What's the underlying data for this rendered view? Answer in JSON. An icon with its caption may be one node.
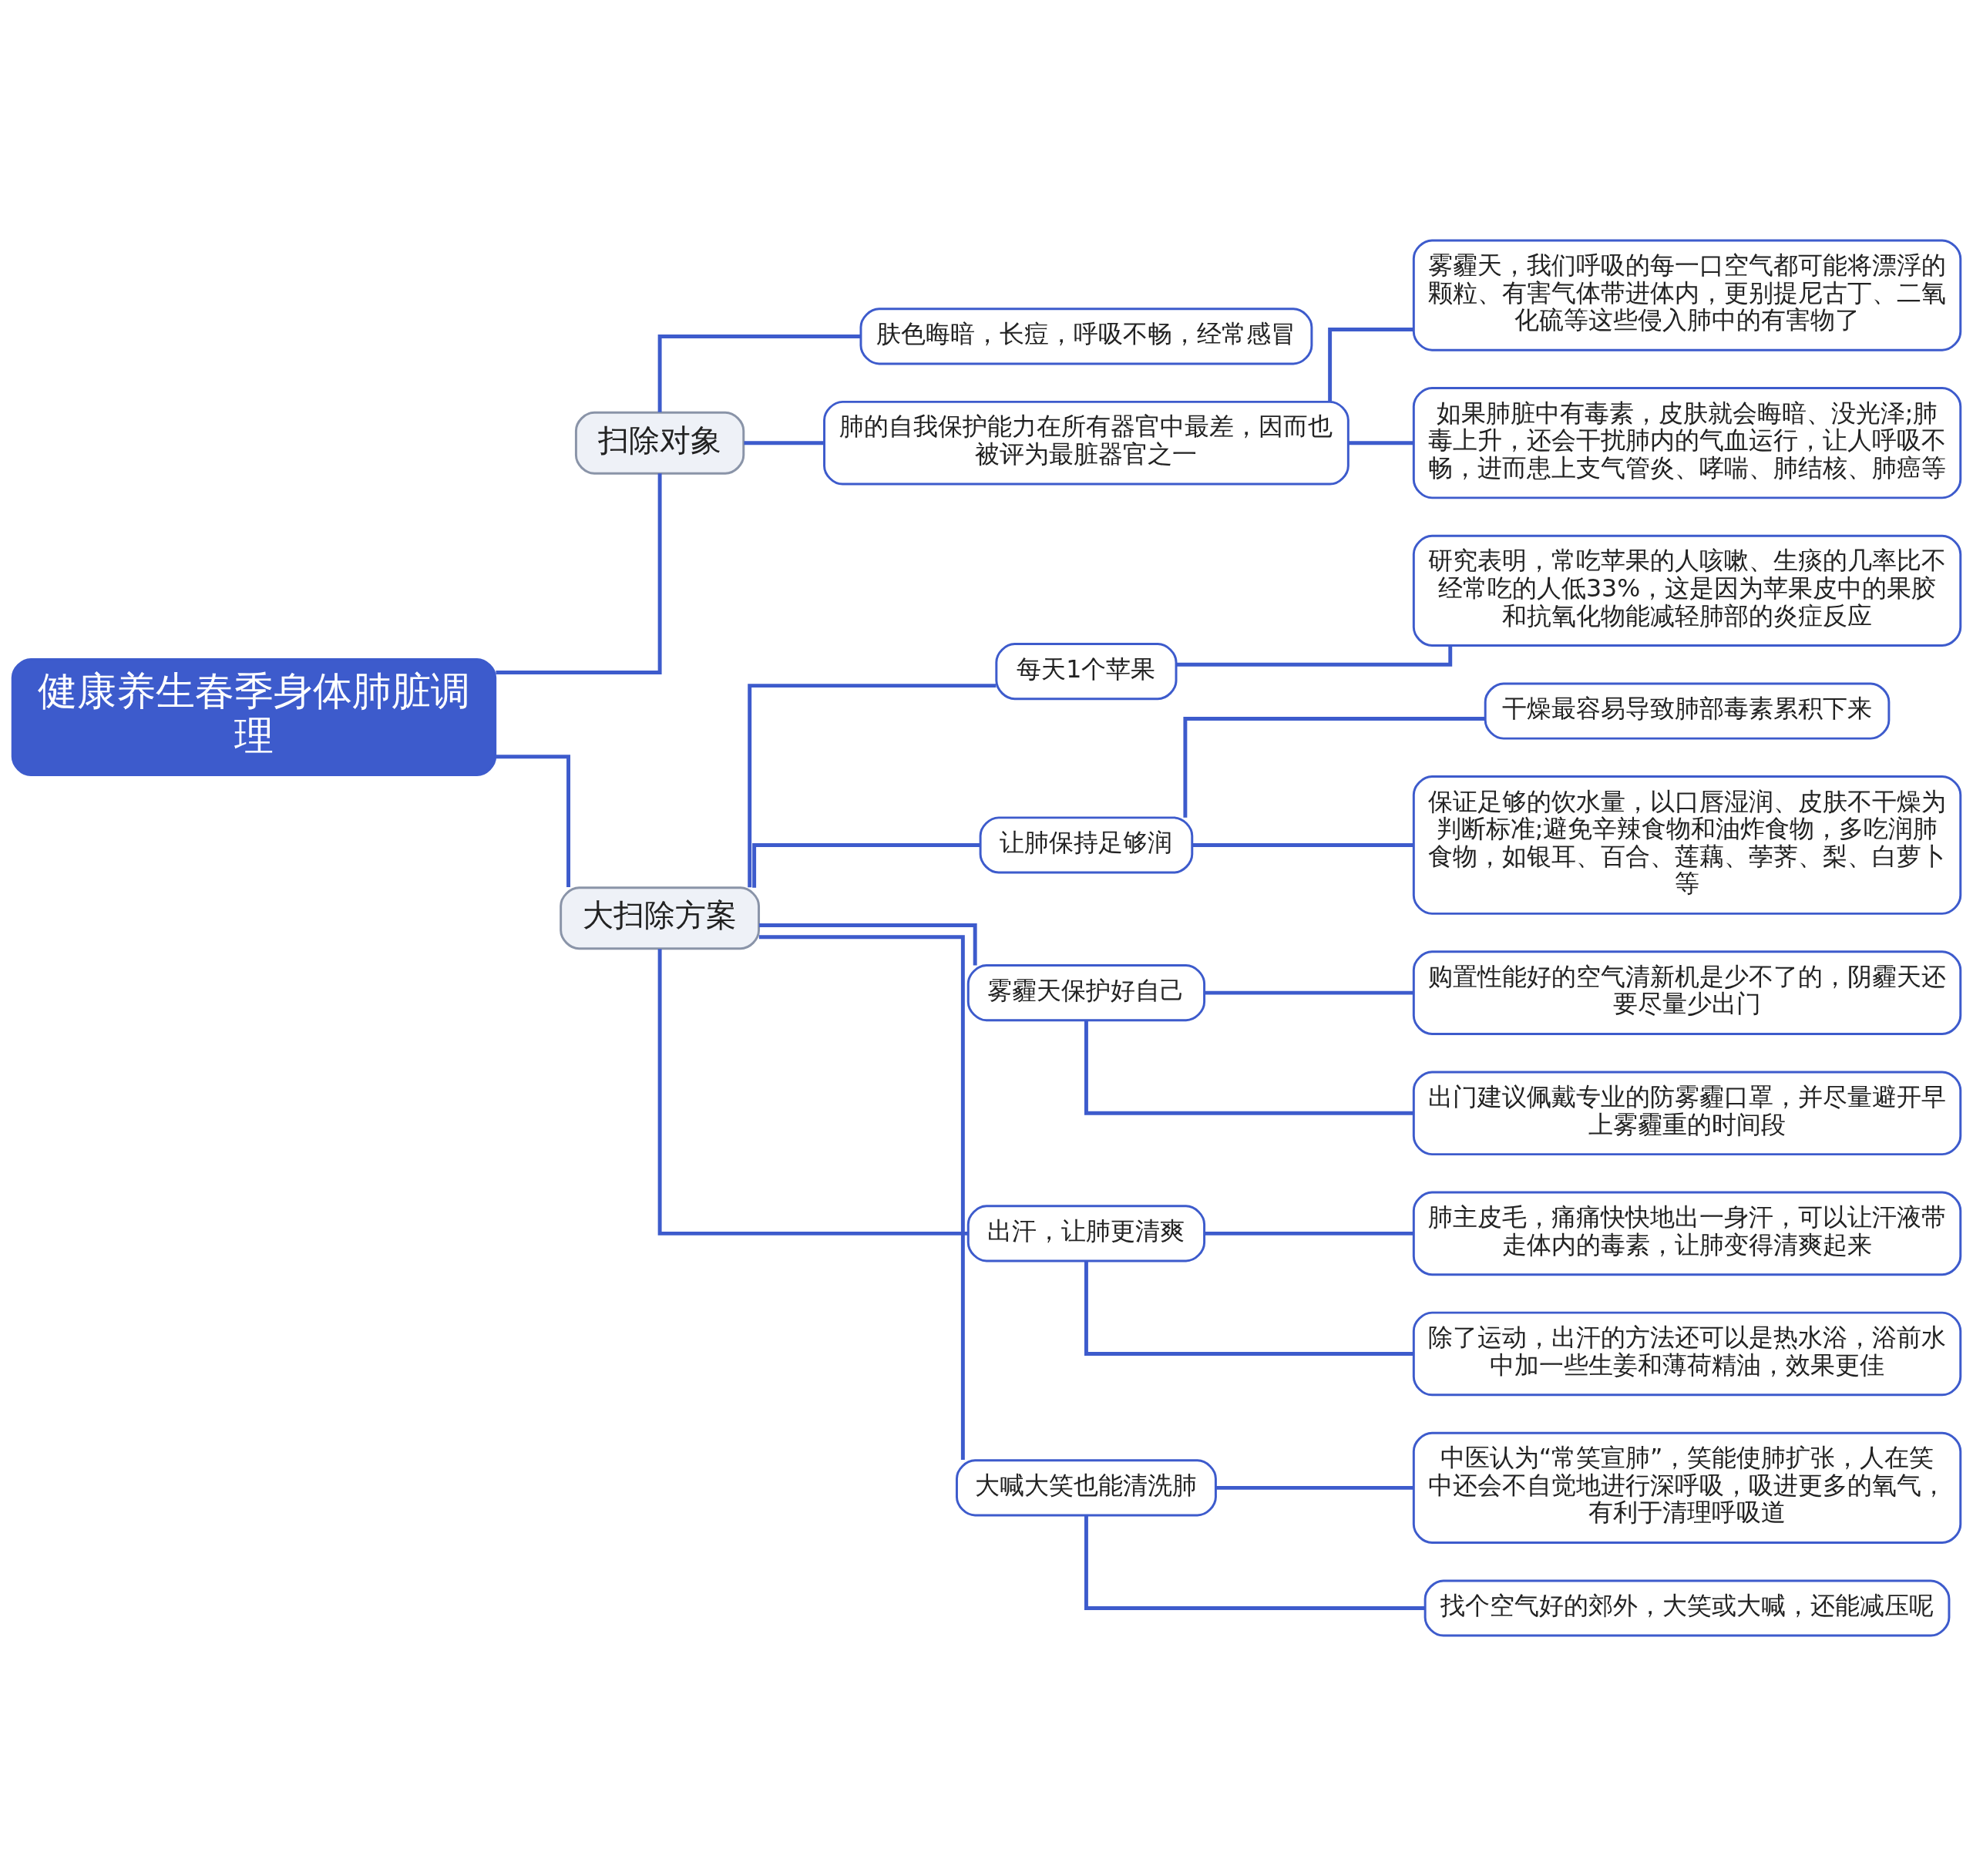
{
  "diagram": {
    "nodes": [
      {
        "text": [
          "健康养生春季身体肺脏调理"
        ]
      },
      {
        "text": [
          "扫除对象"
        ]
      },
      {
        "text": [
          "肤色晦暗，长痘，呼吸不畅，经常感冒"
        ]
      },
      {
        "text": [
          "肺的自我保护能力在所有器官中最差，因而也被评为最脏器官之一"
        ]
      },
      {
        "text": [
          "雾霾天，我们呼吸的每一口空气都可能将漂浮的颗粒、有害气体带进体内，更别提尼古丁、二氧化硫等这些侵入肺中的有害物了"
        ]
      },
      {
        "text": [
          "如果肺脏中有毒素，皮肤就会晦暗、没光泽;肺毒上升，还会干扰肺内的气血运行，让人呼吸不畅，进而患上支气管炎、哮喘、肺结核、肺癌等"
        ]
      },
      {
        "text": [
          "大扫除方案"
        ]
      },
      {
        "text": [
          "每天1个苹果"
        ]
      },
      {
        "text": [
          "研究表明，常吃苹果的人咳嗽、生痰的几率比不经常吃的人低33%，这是因为苹果皮中的果胶和抗氧化物能减轻肺部的炎症反应"
        ]
      },
      {
        "text": [
          "让肺保持足够润"
        ]
      },
      {
        "text": [
          "干燥最容易导致肺部毒素累积下来"
        ]
      },
      {
        "text": [
          "保证足够的饮水量，以口唇湿润、皮肤不干燥为判断标准;避免辛辣食物和油炸食物，多吃润肺食物，如银耳、百合、莲藕、荸荠、梨、白萝卜等"
        ]
      },
      {
        "text": [
          "雾霾天保护好自己"
        ]
      },
      {
        "text": [
          "购置性能好的空气清新机是少不了的，阴霾天还要尽量少出门"
        ]
      },
      {
        "text": [
          "出门建议佩戴专业的防雾霾口罩，并尽量避开早上雾霾重的时间段"
        ]
      },
      {
        "text": [
          "出汗，让肺更清爽"
        ]
      },
      {
        "text": [
          "肺主皮毛，痛痛快快地出一身汗，可以让汗液带走体内的毒素，让肺变得清爽起来"
        ]
      },
      {
        "text": [
          "除了运动，出汗的方法还可以是热水浴，浴前水中加一些生姜和薄荷精油，效果更佳"
        ]
      },
      {
        "text": [
          "大喊大笑也能清洗肺"
        ]
      },
      {
        "text": [
          "中医认为“常笑宣肺”，笑能使肺扩张，人在笑中还会不自觉地进行深呼吸，吸进更多的氧气，有利于清理呼吸道"
        ]
      },
      {
        "text": [
          "找个空气好的郊外，大笑或大喊，还能减压呢"
        ]
      }
    ],
    "edges": [
      {
        "from": 0,
        "to": 1,
        "arrow": "none"
      },
      {
        "from": 1,
        "to": 2,
        "arrow": "none"
      },
      {
        "from": 1,
        "to": 3,
        "arrow": "none"
      },
      {
        "from": 3,
        "to": 4,
        "arrow": "none"
      },
      {
        "from": 3,
        "to": 5,
        "arrow": "none"
      },
      {
        "from": 0,
        "to": 6,
        "arrow": "none"
      },
      {
        "from": 6,
        "to": 7,
        "arrow": "none"
      },
      {
        "from": 7,
        "to": 8,
        "arrow": "none"
      },
      {
        "from": 6,
        "to": 9,
        "arrow": "none"
      },
      {
        "from": 9,
        "to": 10,
        "arrow": "none"
      },
      {
        "from": 9,
        "to": 11,
        "arrow": "none"
      },
      {
        "from": 6,
        "to": 12,
        "arrow": "none"
      },
      {
        "from": 12,
        "to": 13,
        "arrow": "none"
      },
      {
        "from": 12,
        "to": 14,
        "arrow": "none"
      },
      {
        "from": 6,
        "to": 15,
        "arrow": "none"
      },
      {
        "from": 15,
        "to": 16,
        "arrow": "none"
      },
      {
        "from": 15,
        "to": 17,
        "arrow": "none"
      },
      {
        "from": 6,
        "to": 18,
        "arrow": "none"
      },
      {
        "from": 18,
        "to": 19,
        "arrow": "none"
      },
      {
        "from": 18,
        "to": 20,
        "arrow": "none"
      }
    ]
  }
}
